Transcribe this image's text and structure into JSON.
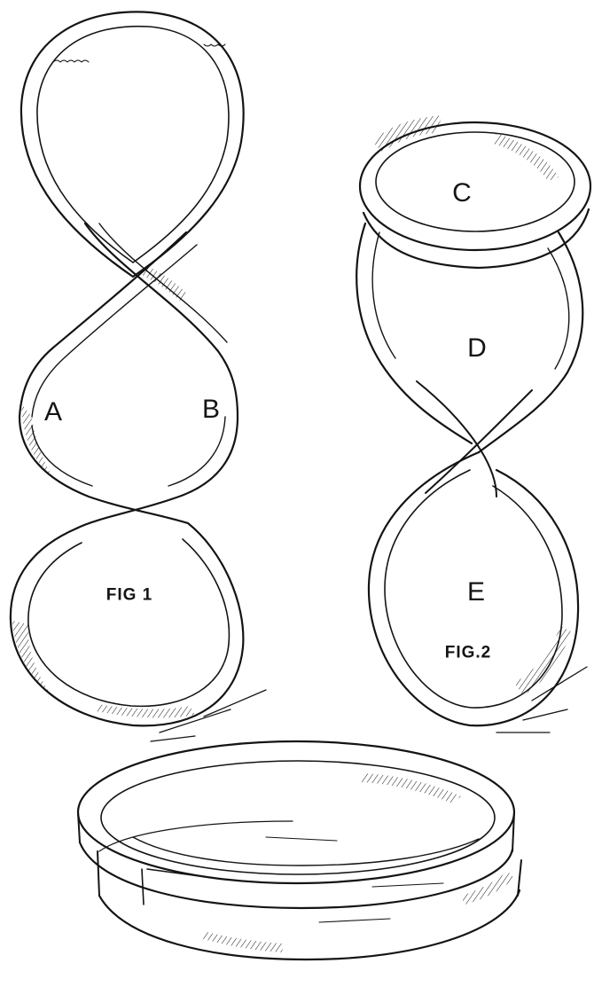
{
  "figure": {
    "fig1_caption": "FIG 1",
    "fig2_caption": "FIG.2",
    "labels": {
      "a": "A",
      "b": "B",
      "c": "C",
      "d": "D",
      "e": "E"
    }
  },
  "colors": {
    "ink": "#141414",
    "paper": "#ffffff"
  }
}
